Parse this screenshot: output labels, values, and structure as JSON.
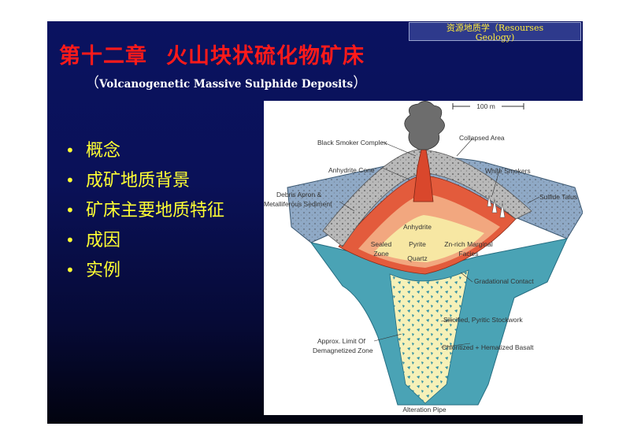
{
  "slide": {
    "course_tag_line1": "资源地质学（Resourses",
    "course_tag_line2": "Geology)",
    "title_chapter": "第十二章",
    "title_topic": "火山块状硫化物矿床",
    "subtitle_open": "（",
    "subtitle_text": "Volcanogenetic Massive Sulphide Deposits",
    "subtitle_close": "）",
    "bullets": [
      "概念",
      "成矿地质背景",
      "矿床主要地质特征",
      "成因",
      "实例"
    ]
  },
  "figure": {
    "scale_label": "100 m",
    "labels": {
      "black_smoker": "Black Smoker Complex",
      "collapsed": "Collapsed Area",
      "anhydrite_cone": "Anhydrite Cone",
      "white_smokers": "White Smokers",
      "debris_1": "Debris Apron &",
      "debris_2": "Metalliferous Sediment",
      "sulfide_talus": "Sulfide Talus",
      "anhydrite": "Anhydrite",
      "pyrite": "Pyrite",
      "quartz": "Quartz",
      "sealed_1": "Sealed",
      "sealed_2": "Zone",
      "znrich_1": "Zn-rich Marginal",
      "znrich_2": "Facies",
      "gradational": "Gradational Contact",
      "silicified": "Silicified, Pyritic Stockwork",
      "approx_1": "Approx. Limit Of",
      "approx_2": "Demagnetized Zone",
      "chloritized": "Chloritized + Hematized Basalt",
      "alteration": "Alteration Pipe"
    },
    "colors": {
      "sea_floor": "#8fa9c6",
      "basalt": "#4aa3b5",
      "mound_gray": "#b9b9b9",
      "sulfide_red": "#e35b3c",
      "sulfide_orange": "#f2a77f",
      "zone_yellow": "#f7e7a3",
      "stockwork_yellow": "#f6f1b8"
    }
  }
}
